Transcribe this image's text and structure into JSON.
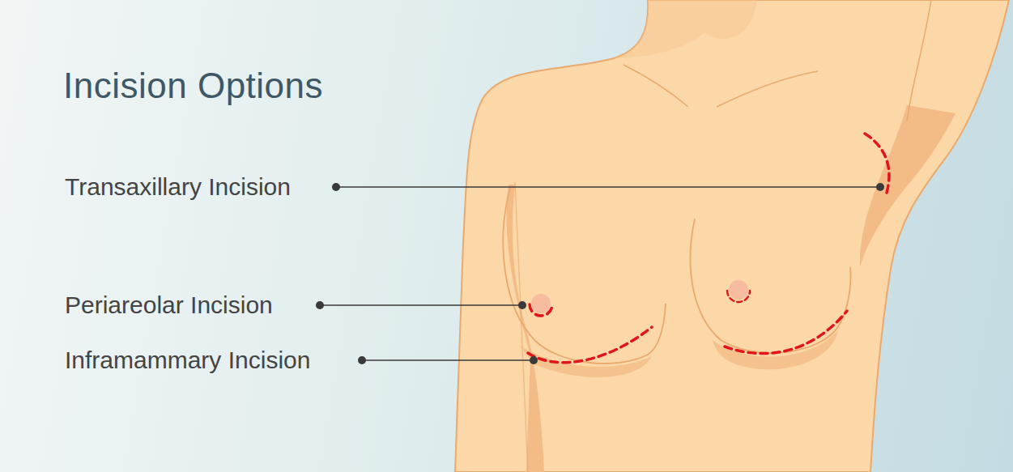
{
  "diagram": {
    "title": "Incision Options",
    "labels": [
      "Transaxillary Incision",
      "Periareolar Incision",
      "Inframammary Incision"
    ]
  }
}
